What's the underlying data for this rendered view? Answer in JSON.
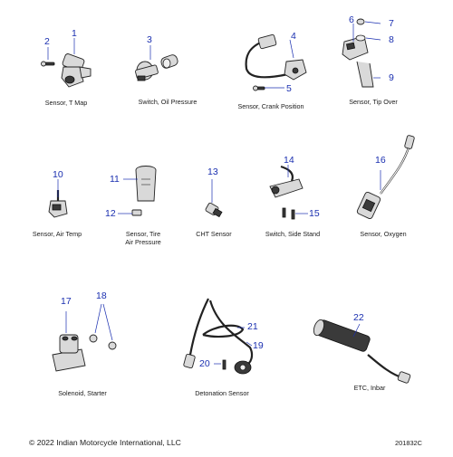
{
  "parts": [
    {
      "callouts": [
        "1",
        "2"
      ],
      "caption": "Sensor, T Map"
    },
    {
      "callouts": [
        "3"
      ],
      "caption": "Switch, Oil Pressure"
    },
    {
      "callouts": [
        "4",
        "5"
      ],
      "caption": "Sensor, Crank Position"
    },
    {
      "callouts": [
        "6",
        "7",
        "8",
        "9"
      ],
      "caption": "Sensor, Tip Over"
    },
    {
      "callouts": [
        "10"
      ],
      "caption": "Sensor, Air Temp"
    },
    {
      "callouts": [
        "11",
        "12"
      ],
      "caption": "Sensor, Tire\nAir Pressure"
    },
    {
      "callouts": [
        "13"
      ],
      "caption": "CHT Sensor"
    },
    {
      "callouts": [
        "14",
        "15"
      ],
      "caption": "Switch, Side Stand"
    },
    {
      "callouts": [
        "16"
      ],
      "caption": "Sensor, Oxygen"
    },
    {
      "callouts": [
        "17",
        "18"
      ],
      "caption": "Solenoid, Starter"
    },
    {
      "callouts": [
        "19",
        "20",
        "21"
      ],
      "caption": "Detonation Sensor"
    },
    {
      "callouts": [
        "22"
      ],
      "caption": "ETC, Inbar"
    }
  ],
  "footer": {
    "copyright": "© 2022 Indian Motorcycle International, LLC",
    "code": "201832C"
  }
}
